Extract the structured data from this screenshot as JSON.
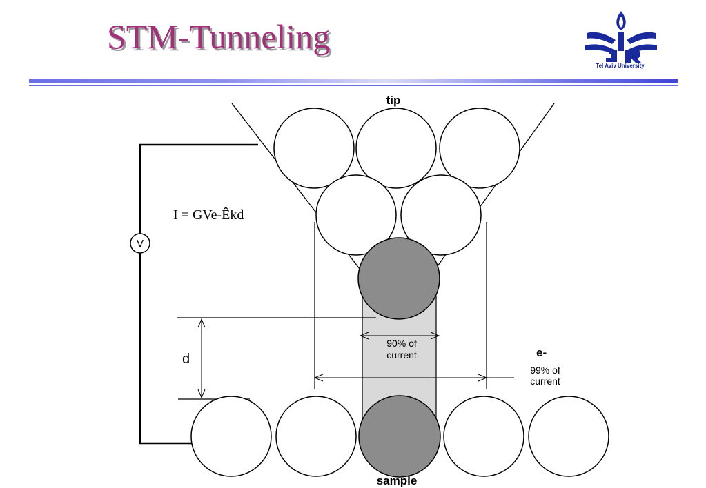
{
  "slide": {
    "title": "STM-Tunneling"
  },
  "logo": {
    "name": "tel-aviv-university-logo",
    "caption": "Tel Aviv University"
  },
  "diagram": {
    "tip_label": "tip",
    "sample_label": "sample",
    "voltmeter_label": "V",
    "formula": "I = GVe-Êkd",
    "distance_label": "d",
    "electron_label": "e-",
    "inner_current": {
      "line1": "90% of",
      "line2": "current"
    },
    "outer_current": {
      "line1": "99% of",
      "line2": "current"
    }
  },
  "colors": {
    "title": "#a0327a",
    "title_shadow": "#9a9a9a",
    "rule": "#6d6de0",
    "logo": "#1a2a9c",
    "active_atom": "#8c8c8c",
    "tunnel_channel": "#d9d9d9"
  }
}
